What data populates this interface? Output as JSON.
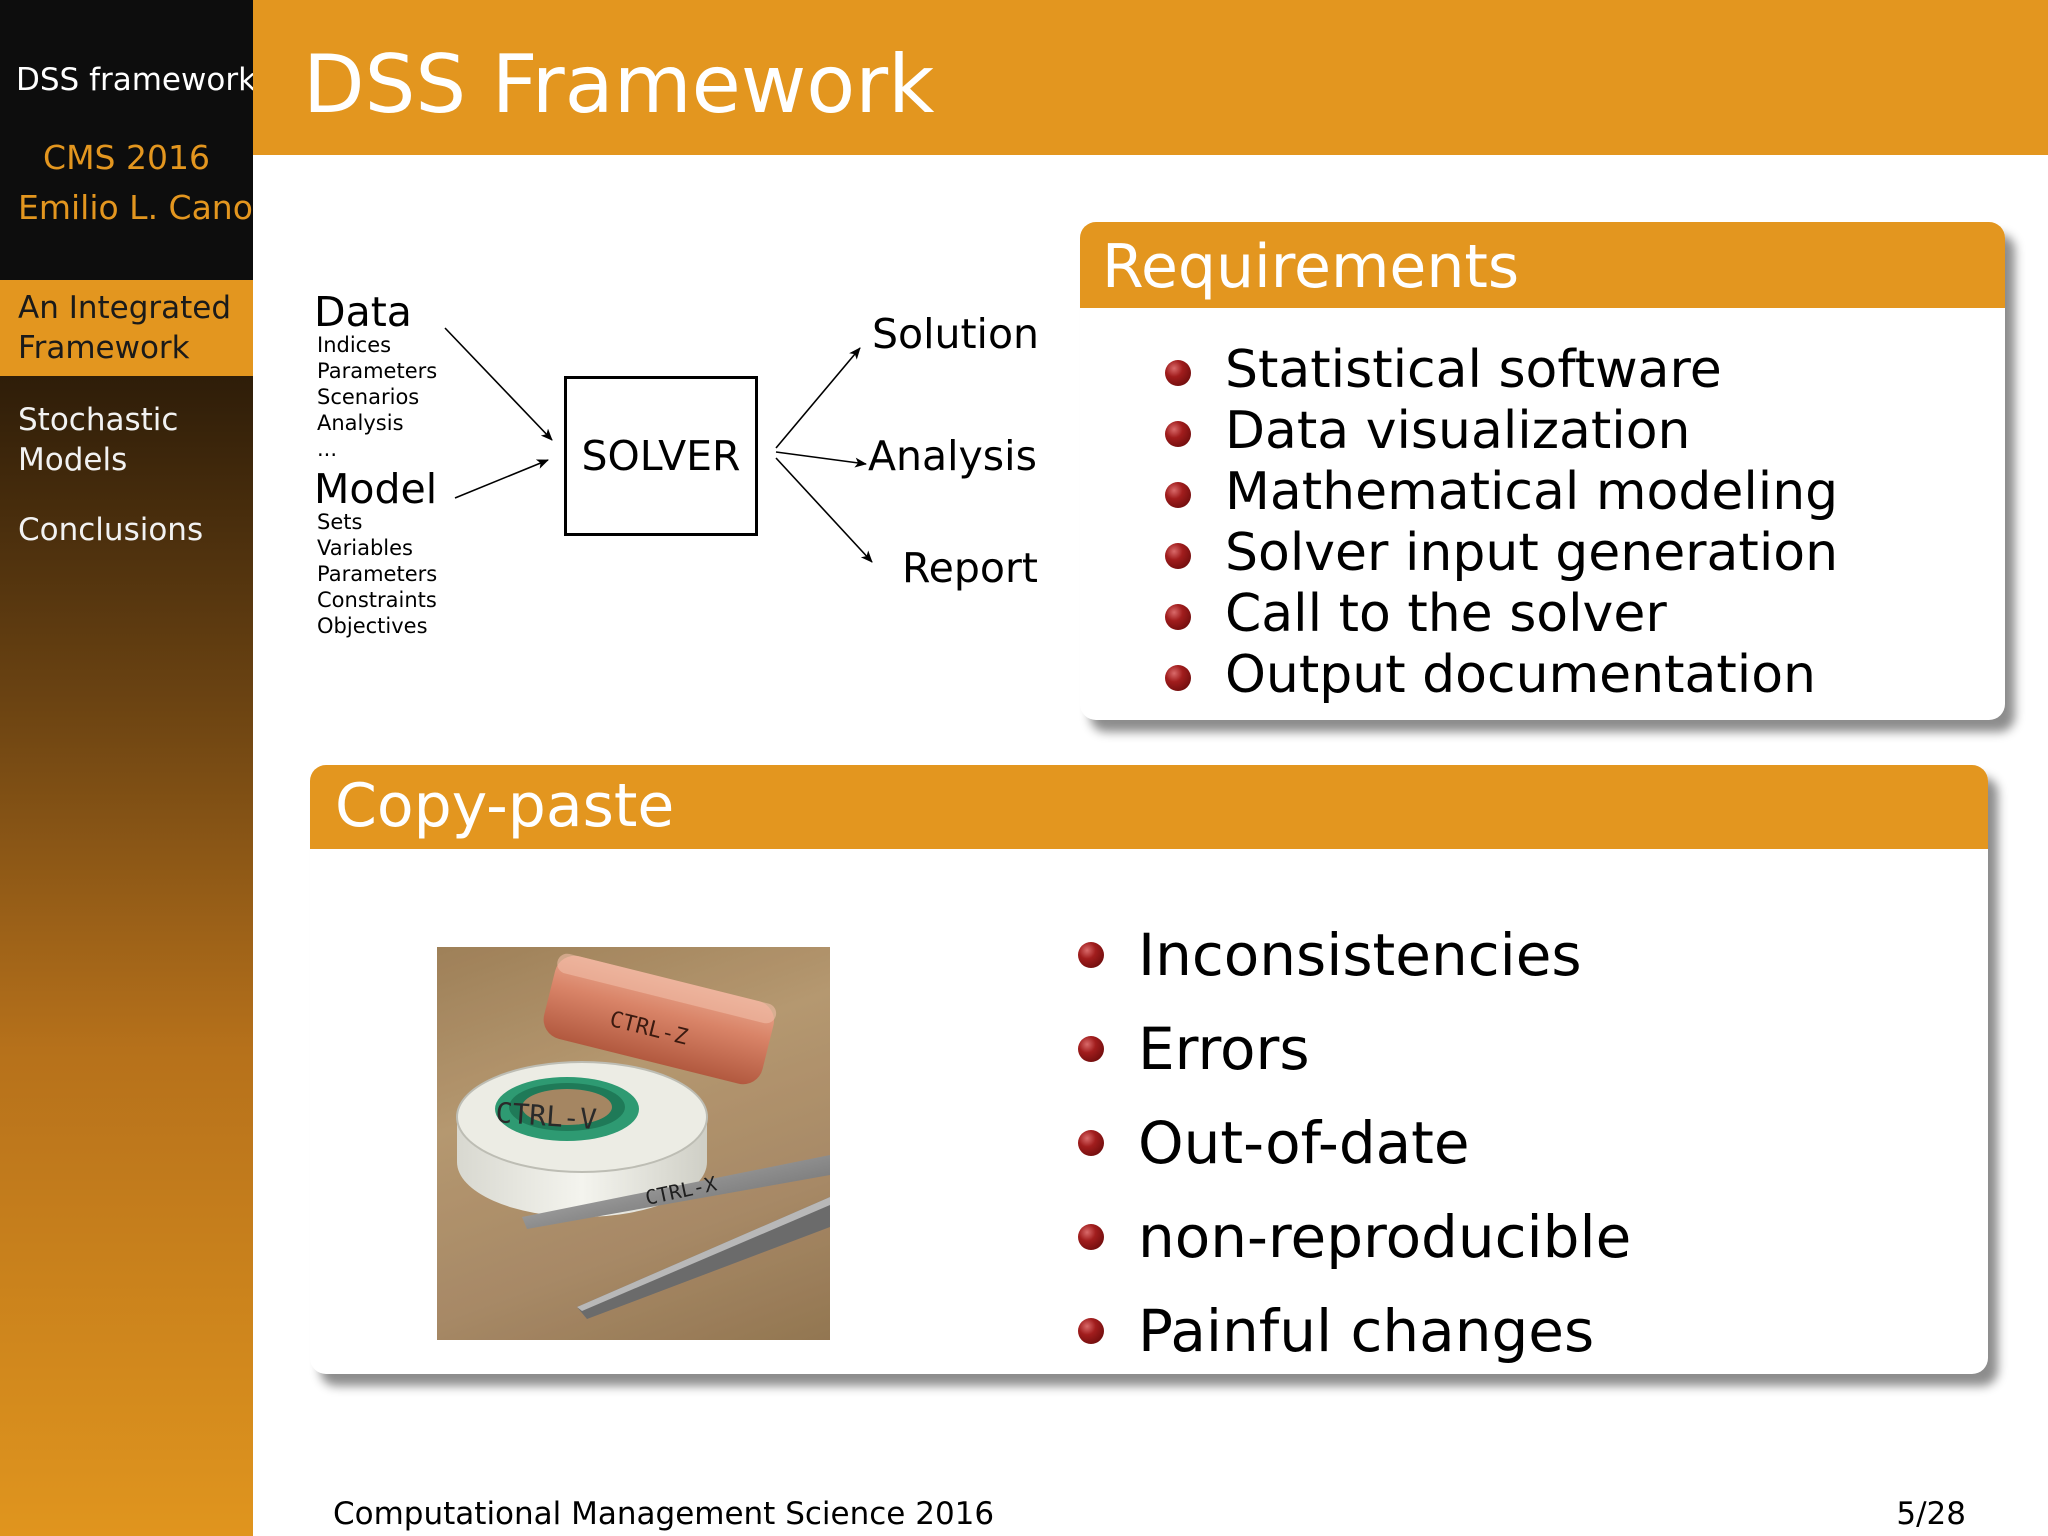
{
  "sidebar": {
    "title": "DSS framework",
    "conference": "CMS 2016",
    "author": "Emilio L. Cano",
    "items": [
      {
        "label": "An Integrated Framework",
        "active": true
      },
      {
        "label": "Stochastic Models",
        "active": false
      },
      {
        "label": "Conclusions",
        "active": false
      }
    ]
  },
  "header": {
    "title": "DSS Framework"
  },
  "diagram": {
    "data_label": "Data",
    "data_items": [
      "Indices",
      "Parameters",
      "Scenarios",
      "Analysis",
      "..."
    ],
    "model_label": "Model",
    "model_items": [
      "Sets",
      "Variables",
      "Parameters",
      "Constraints",
      "Objectives"
    ],
    "solver_label": "SOLVER",
    "outputs": [
      "Solution",
      "Analysis",
      "Report"
    ]
  },
  "requirements": {
    "title": "Requirements",
    "items": [
      "Statistical software",
      "Data visualization",
      "Mathematical modeling",
      "Solver input generation",
      "Call to the solver",
      "Output documentation"
    ]
  },
  "copy_paste": {
    "title": "Copy-paste",
    "photo": {
      "eraser_text": "CTRL-Z",
      "tape_text": "CTRL-V",
      "scissors_text": "CTRL-X"
    },
    "items": [
      "Inconsistencies",
      "Errors",
      "Out-of-date",
      "non-reproducible",
      "Painful changes"
    ]
  },
  "footer": {
    "left": "Computational Management Science 2016",
    "page": "5/28"
  },
  "colors": {
    "accent": "#e3961f",
    "sidebar_dark": "#0d0d0d",
    "bullet": "#8b1414"
  }
}
